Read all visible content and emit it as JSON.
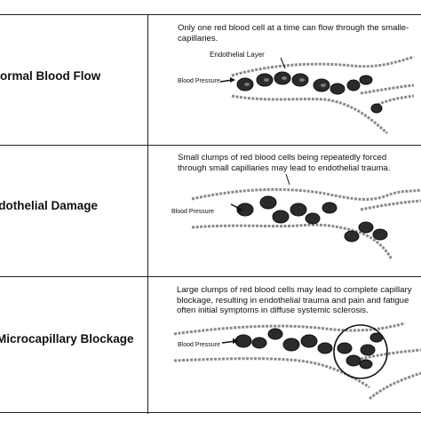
{
  "rows": [
    {
      "title": "ormal Blood Flow",
      "caption": "Only one red blood cell at a time can flow through the smalle-\ncapillaries.",
      "labels": {
        "endothelial": "Endothelial Layer",
        "pressure": "Blood Pressure"
      }
    },
    {
      "title": "ndothelial Damage",
      "caption": "Small clumps of red blood cells being repeatedly forced\nthrough small capillaries may lead to endothelial trauma.",
      "labels": {
        "pressure": "Blood Pressure"
      }
    },
    {
      "title": "Microcapillary Blockage",
      "caption": "Large clumps of red blood cells may lead to complete capillary\nblockage, resulting in endothelial trauma and pain and fatigue\noften initial symptoms in diffuse systemic sclerosis.",
      "labels": {
        "pressure": "Blood Pressure"
      }
    }
  ],
  "colors": {
    "cell": "#2b2b2b",
    "wall": "#8a8a8a",
    "border": "#222222"
  }
}
